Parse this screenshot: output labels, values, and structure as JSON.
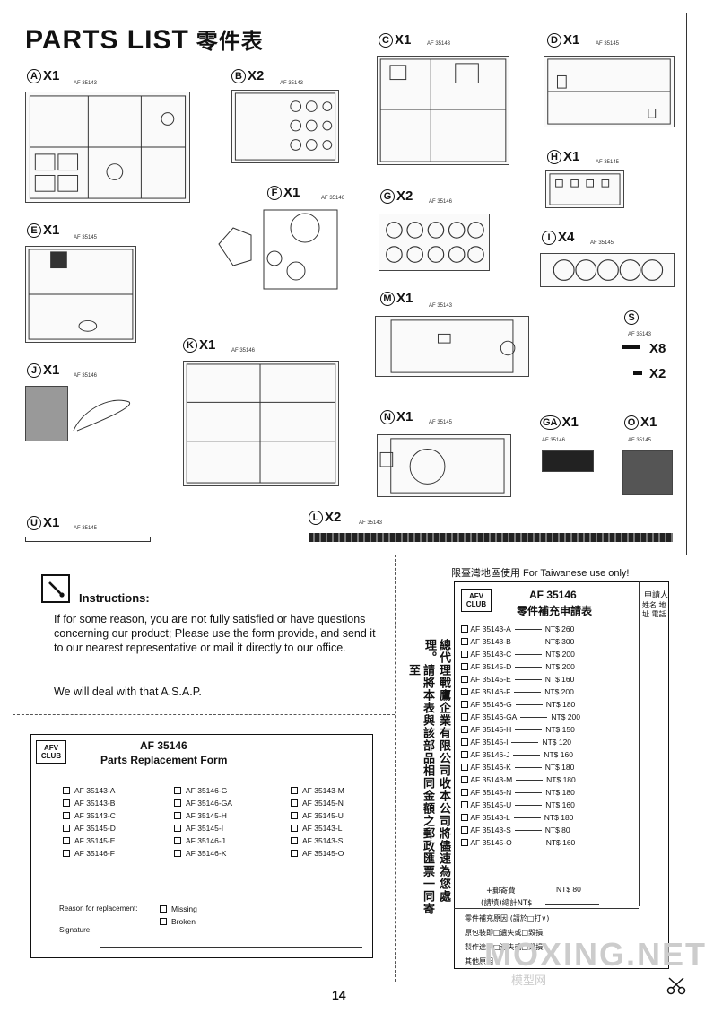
{
  "title": {
    "en": "PARTS LIST",
    "cn": "零件表"
  },
  "sprues": [
    {
      "id": "A",
      "qty": "X1",
      "code": "AF 35143"
    },
    {
      "id": "B",
      "qty": "X2",
      "code": "AF 35143"
    },
    {
      "id": "C",
      "qty": "X1",
      "code": "AF 35143"
    },
    {
      "id": "D",
      "qty": "X1",
      "code": "AF 35145"
    },
    {
      "id": "E",
      "qty": "X1",
      "code": "AF 35145"
    },
    {
      "id": "F",
      "qty": "X1",
      "code": "AF 35146"
    },
    {
      "id": "G",
      "qty": "X2",
      "code": "AF 35146"
    },
    {
      "id": "H",
      "qty": "X1",
      "code": "AF 35145"
    },
    {
      "id": "I",
      "qty": "X4",
      "code": "AF 35145"
    },
    {
      "id": "J",
      "qty": "X1",
      "code": "AF 35146"
    },
    {
      "id": "K",
      "qty": "X1",
      "code": "AF 35146"
    },
    {
      "id": "M",
      "qty": "X1",
      "code": "AF 35143"
    },
    {
      "id": "S",
      "qty": "",
      "code": "AF 35143"
    },
    {
      "id": "N",
      "qty": "X1",
      "code": "AF 35145"
    },
    {
      "id": "GA",
      "qty": "X1",
      "code": "AF 35146"
    },
    {
      "id": "O",
      "qty": "X1",
      "code": "AF 35145"
    },
    {
      "id": "U",
      "qty": "X1",
      "code": "AF 35145"
    },
    {
      "id": "L",
      "qty": "X2",
      "code": "AF 35143"
    }
  ],
  "s_parts": {
    "big": "X8",
    "small": "X2"
  },
  "instructions": {
    "heading": "Instructions:",
    "body": "If for some reason, you are not fully satisfied or have questions concerning our product; Please use the form provide, and send it to our nearest representative or mail it directly to our office.",
    "follow": "We will deal with that A.S.A.P."
  },
  "form_en": {
    "logo": "AFV CLUB",
    "code": "AF 35146",
    "title": "Parts Replacement Form",
    "col1": [
      "AF 35143-A",
      "AF 35143-B",
      "AF 35143-C",
      "AF 35145-D",
      "AF 35145-E",
      "AF 35146-F"
    ],
    "col2": [
      "AF 35146-G",
      "AF 35146-GA",
      "AF 35145-H",
      "AF 35145-I",
      "AF 35146-J",
      "AF 35146-K"
    ],
    "col3": [
      "AF 35143-M",
      "AF 35145-N",
      "AF 35145-U",
      "AF 35143-L",
      "AF 35143-S",
      "AF 35145-O"
    ],
    "reason_label": "Reason for replacement:",
    "missing": "Missing",
    "broken": "Broken",
    "signature": "Signature:"
  },
  "vertical_text": {
    "col1": "總代理戰鷹企業有限公司收本公司將儘速為您處理。",
    "col2": "請將本表與該部品相同金額之郵政匯票一同寄至"
  },
  "form_tw": {
    "header": "限臺灣地區使用  For Taiwanese use only!",
    "logo": "AFV CLUB",
    "code": "AF 35146",
    "title": "零件補充申請表",
    "applicant": "申請人",
    "applicant_fields": "姓名 地址 電話",
    "rows": [
      {
        "part": "AF 35143-A",
        "price": "NT$  260"
      },
      {
        "part": "AF 35143-B",
        "price": "NT$  300"
      },
      {
        "part": "AF 35143-C",
        "price": "NT$  200"
      },
      {
        "part": "AF 35145-D",
        "price": "NT$  200"
      },
      {
        "part": "AF 35145-E",
        "price": "NT$  160"
      },
      {
        "part": "AF 35146-F",
        "price": "NT$  200"
      },
      {
        "part": "AF 35146-G",
        "price": "NT$  180"
      },
      {
        "part": "AF 35146-GA",
        "price": "NT$  200"
      },
      {
        "part": "AF 35145-H",
        "price": "NT$  150"
      },
      {
        "part": "AF 35145-I",
        "price": "NT$  120"
      },
      {
        "part": "AF 35146-J",
        "price": "NT$  160"
      },
      {
        "part": "AF 35146-K",
        "price": "NT$  180"
      },
      {
        "part": "AF 35143-M",
        "price": "NT$  180"
      },
      {
        "part": "AF 35145-N",
        "price": "NT$  180"
      },
      {
        "part": "AF 35145-U",
        "price": "NT$  160"
      },
      {
        "part": "AF 35143-L",
        "price": "NT$  180"
      },
      {
        "part": "AF 35143-S",
        "price": "NT$  80"
      },
      {
        "part": "AF 35145-O",
        "price": "NT$  160"
      }
    ],
    "postage_label": "+郵寄費",
    "postage_value": "NT$      80",
    "total_label": "(請填)總計NT$",
    "reason_title": "零件補充原因:(請於□打∨)",
    "reason_rows": [
      "原包裝即□遺失或□毀損,",
      "製作途中□遺失或□毀損,",
      "其他原因"
    ]
  },
  "page_number": "14",
  "watermark": {
    "main": "MOXING.NET",
    "sub": "模型网"
  }
}
